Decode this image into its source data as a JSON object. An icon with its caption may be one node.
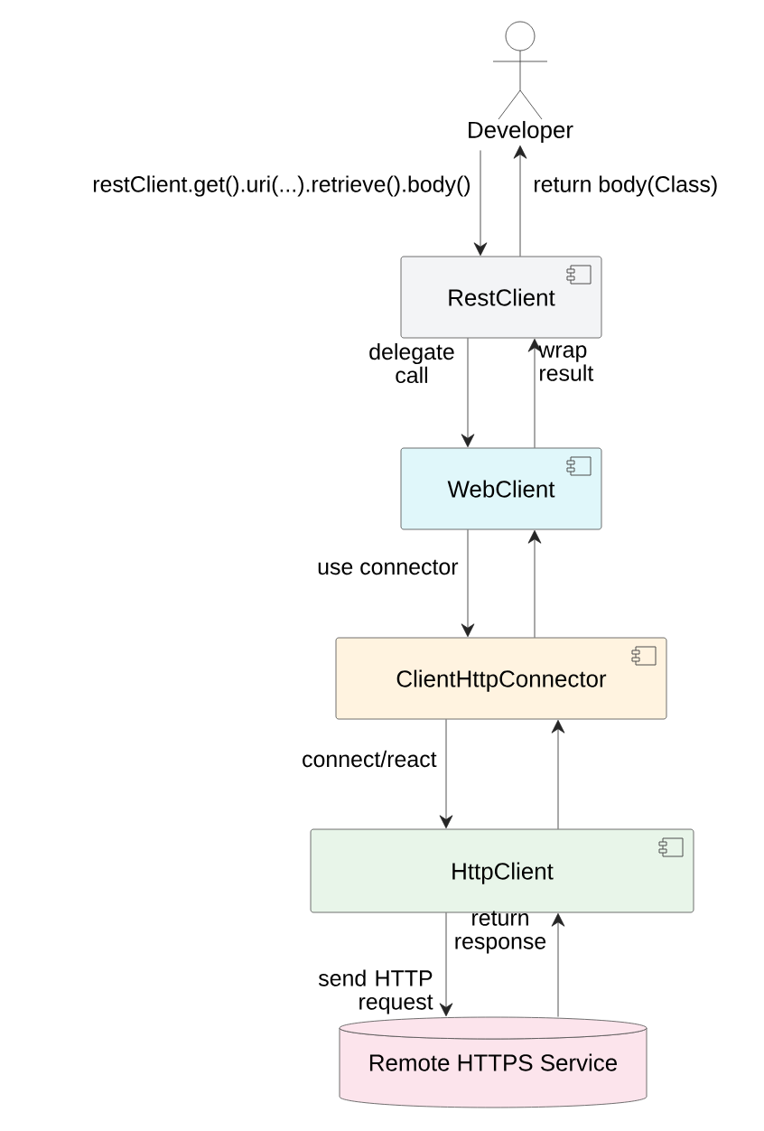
{
  "diagram": {
    "nodes": [
      {
        "text": [
          "Developer"
        ]
      },
      {
        "text": [
          "RestClient"
        ]
      },
      {
        "text": [
          "WebClient"
        ]
      },
      {
        "text": [
          "ClientHttpConnector"
        ]
      },
      {
        "text": [
          "HttpClient"
        ]
      },
      {
        "text": [
          "Remote HTTPS Service"
        ]
      }
    ],
    "edges": [
      {
        "from": 0,
        "to": 1,
        "arrow": "to",
        "label": "restClient.get().uri(...).retrieve().body()"
      },
      {
        "from": 1,
        "to": 0,
        "arrow": "to",
        "label": "return body(Class)"
      },
      {
        "from": 1,
        "to": 2,
        "arrow": "to",
        "label": "delegate call"
      },
      {
        "from": 2,
        "to": 1,
        "arrow": "to",
        "label": "wrap result"
      },
      {
        "from": 2,
        "to": 3,
        "arrow": "to",
        "label": "use connector"
      },
      {
        "from": 3,
        "to": 2,
        "arrow": "to"
      },
      {
        "from": 3,
        "to": 4,
        "arrow": "to",
        "label": "connect/react"
      },
      {
        "from": 4,
        "to": 3,
        "arrow": "to"
      },
      {
        "from": 4,
        "to": 5,
        "arrow": "to",
        "label": "send HTTP request"
      },
      {
        "from": 5,
        "to": 4,
        "arrow": "to",
        "label": "return response"
      }
    ]
  }
}
